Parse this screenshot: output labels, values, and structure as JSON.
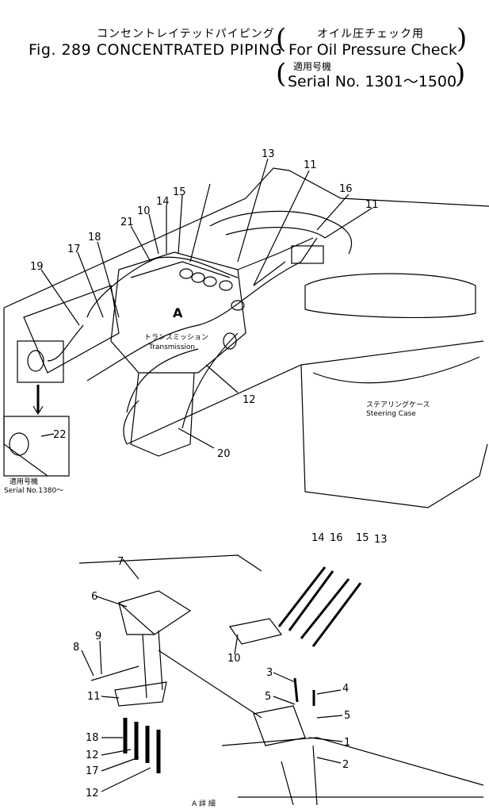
{
  "header": {
    "jp_title": "コンセントレイテッドパイピング",
    "fig_title": "Fig. 289 CONCENTRATED PIPING",
    "jp_sub1": "オイル圧チェック用",
    "en_sub1": "For Oil Pressure Check",
    "jp_sub2": "適用号機",
    "en_sub2": "Serial No. 1301～1500"
  },
  "main_view": {
    "labels": {
      "transmission_jp": "トランスミッション",
      "transmission_en": "Transmission",
      "steering_jp": "ステアリングケース",
      "steering_en": "Steering Case",
      "view_a": "A",
      "inset_serial_jp": "適用号機",
      "inset_serial_en": "Serial No.1380～"
    },
    "callouts": [
      "13",
      "11",
      "16",
      "11",
      "15",
      "14",
      "10",
      "21",
      "18",
      "17",
      "19",
      "22",
      "12",
      "20"
    ]
  },
  "detail_view": {
    "caption": "A 詳 細",
    "callouts": [
      "7",
      "6",
      "14",
      "16",
      "15",
      "13",
      "9",
      "8",
      "10",
      "3",
      "4",
      "5",
      "5",
      "11",
      "18",
      "12",
      "17",
      "12",
      "1",
      "2"
    ]
  }
}
